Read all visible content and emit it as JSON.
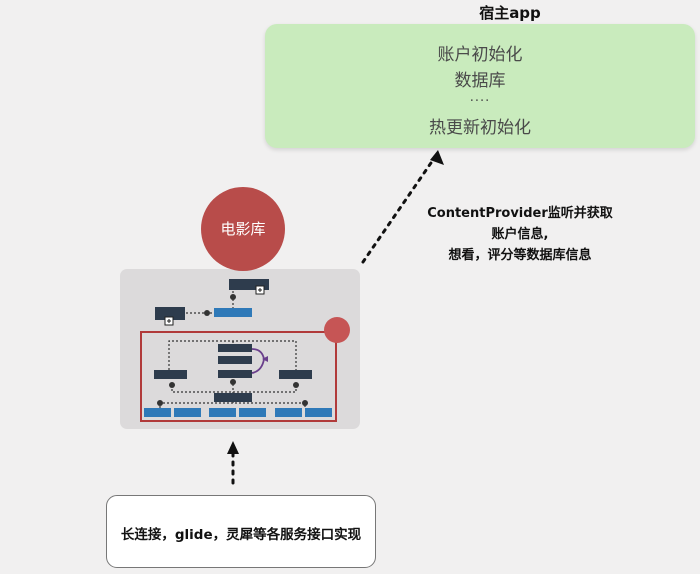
{
  "host_app": {
    "title": "宿主app",
    "lines": [
      "账户初始化",
      "数据库",
      "....",
      "热更新初始化"
    ]
  },
  "content_provider": {
    "lines": [
      "ContentProvider监听并获取",
      "账户信息,",
      "想看，评分等数据库信息"
    ]
  },
  "movie_library": {
    "label": "电影库"
  },
  "bottom": {
    "label": "长连接，glide，灵犀等各服务接口实现"
  },
  "colors": {
    "host_box": "#c9ebbd",
    "movie_circle": "#b84c4a",
    "module_panel": "#dcdadb",
    "red_frame": "#b13a3a",
    "red_dot": "#c65555",
    "dark_block": "#2e3c4d",
    "blue_block": "#2f79b8"
  }
}
